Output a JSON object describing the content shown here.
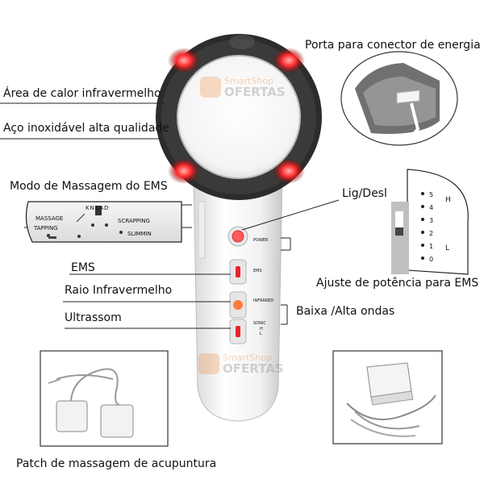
{
  "labels": {
    "power_port": "Porta para conector de energia",
    "infrared_area": "Área de calor infravermelho",
    "steel": "Aço inoxidável alta qualidade",
    "ems_modes": "Modo de Massagem do EMS",
    "on_off": "Lig/Desl",
    "ems": "EMS",
    "infrared": "Raio Infravermelho",
    "ultrasound": "Ultrassom",
    "ems_power": "Ajuste de potência para EMS",
    "wave": "Baixa /Alta ondas",
    "patch": "Patch de massagem de acupuntura"
  },
  "mode_panel": {
    "knead": "KNEAD",
    "massage": "MASSAGE",
    "scrapping": "SCRAPPING",
    "tapping": "TAPPING",
    "slimming": "SLIMMIN"
  },
  "device": {
    "power": "POWER",
    "ems": "EMS",
    "infrared": "INFRARED",
    "sonic": "SONIC",
    "sonic_h": "H",
    "sonic_l": "L"
  },
  "level_panel": {
    "levels": [
      "5",
      "4",
      "3",
      "2",
      "1",
      "0"
    ],
    "high": "H",
    "low": "L"
  },
  "watermark": {
    "brand": "SmartShop",
    "sub": "OFERTAS"
  },
  "colors": {
    "red_light": "#e8222a",
    "ring": "#2a2a2a",
    "body": "#f3f3f3"
  }
}
